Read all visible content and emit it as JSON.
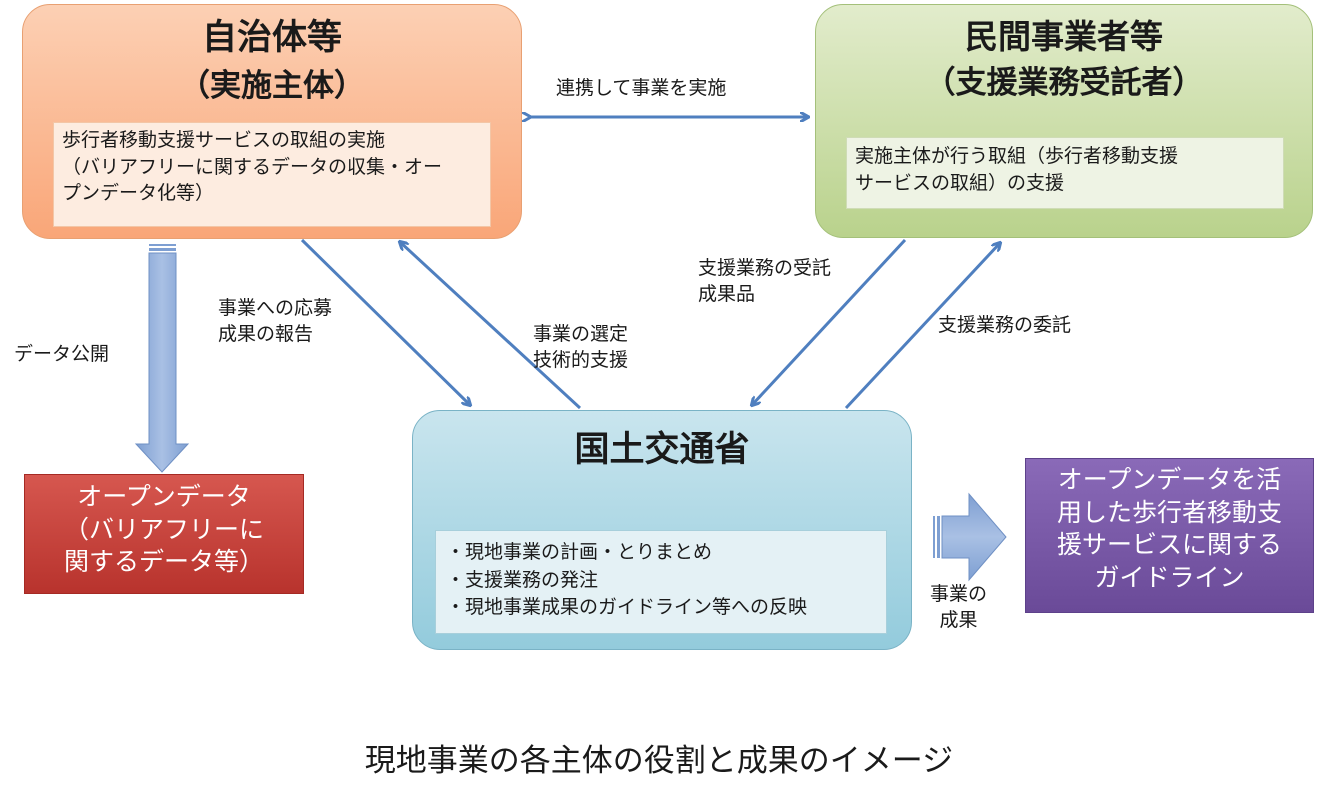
{
  "jichitai": {
    "title1": "自治体等",
    "title2": "（実施主体）",
    "body": "歩行者移動支援サービスの取組の実施\n（バリアフリーに関するデータの収集・オー\nプンデータ化等）"
  },
  "minkan": {
    "title1": "民間事業者等",
    "title2": "（支援業務受託者）",
    "body": "実施主体が行う取組（歩行者移動支援\nサービスの取組）の支援"
  },
  "mlit": {
    "title": "国土交通省",
    "items": [
      "・現地事業の計画・とりまとめ",
      "・支援業務の発注",
      "・現地事業成果のガイドライン等への反映"
    ]
  },
  "labels": {
    "renkei": "連携して事業を実施",
    "oubo": "事業への応募\n成果の報告",
    "sentei": "事業の選定\n技術的支援",
    "jutaku": "支援業務の受託\n成果品",
    "itaku": "支援業務の委託",
    "data_koukai": "データ公開",
    "seika": "事業の\n成果"
  },
  "open_data": "オープンデータ\n（バリアフリーに\n関するデータ等）",
  "guideline": "オープンデータを活\n用した歩行者移動支\n援サービスに関する\nガイドライン",
  "caption": "現地事業の各主体の役割と成果のイメージ",
  "colors": {
    "arrow": "#4f7fbf",
    "jichitai": "#f9a678",
    "minkan": "#b9d28c",
    "mlit": "#93cbdc",
    "open_data": "#c0443c",
    "guideline": "#7a58a8"
  }
}
